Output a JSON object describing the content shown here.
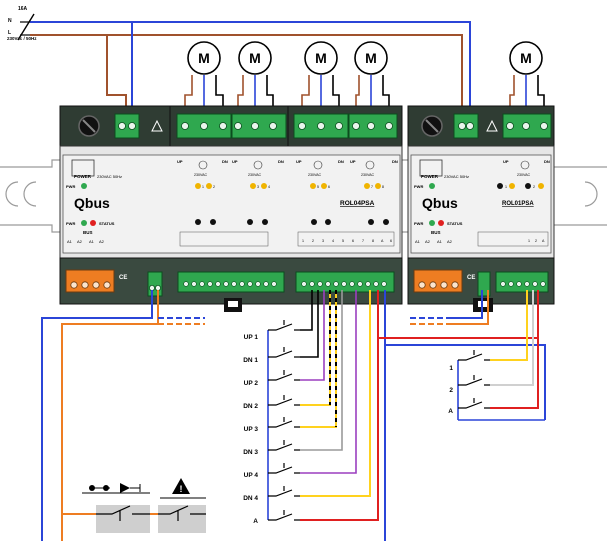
{
  "supply": {
    "breaker_rating": "16A",
    "neutral": "N",
    "line": "L",
    "voltage": "230Vac / 50Hz"
  },
  "motor_symbol": "M",
  "power_block": {
    "power_title": "POWER",
    "power_rating": "230VAC 50Hz",
    "brand": "Qbus",
    "bus_title": "BUS",
    "pwr_label": "PWR",
    "status_label": "STATUS",
    "bus_terminals": [
      "A1",
      "A2",
      "A1",
      "A2"
    ]
  },
  "main_module": {
    "model": "ROL04PSA",
    "motor_rating": "230VAC",
    "channel_marks": [
      "UP",
      "DN",
      "UP",
      "DN",
      "UP",
      "DN",
      "UP",
      "DN"
    ],
    "led_numbers": [
      "1",
      "2",
      "3",
      "4",
      "5",
      "6",
      "7",
      "8"
    ],
    "input_terminals": [
      "1",
      "2",
      "3",
      "4",
      "5",
      "6",
      "7",
      "8",
      "A",
      "6"
    ],
    "ce_mark": "CE"
  },
  "small_module": {
    "model": "ROL01PSA",
    "power_rating": "230VAC 50Hz",
    "motor_rating": "230VAC",
    "led_numbers": [
      "1",
      "2"
    ],
    "input_terminals": [
      "1",
      "2",
      "A"
    ]
  },
  "warning_symbol": "!",
  "main_inputs": [
    "UP 1",
    "DN 1",
    "UP 2",
    "DN 2",
    "UP 3",
    "DN 3",
    "UP 4",
    "DN 4",
    "A"
  ],
  "small_inputs": [
    "1",
    "2",
    "A"
  ],
  "colors": {
    "brown": "#a0522d",
    "blue": "#2b45d8",
    "orange": "#ee7d22",
    "yellow": "#ffd21e",
    "gray": "#9a9a9a",
    "purple": "#9b3fbf",
    "red": "#e02020",
    "terminal_green": "#2fa84f",
    "module_dark": "#2f3c33",
    "module_face": "#e6e6e6"
  }
}
